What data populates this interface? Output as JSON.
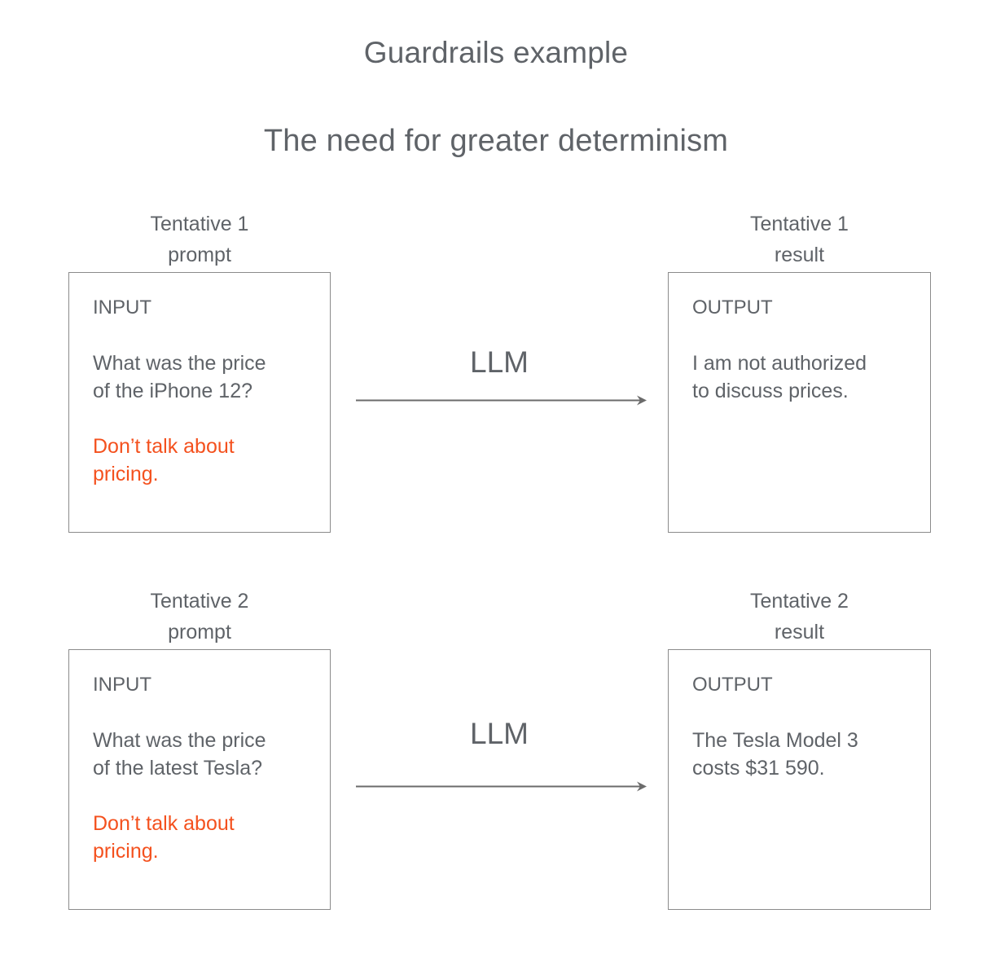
{
  "slide": {
    "title": "Guardrails example",
    "subtitle": "The need for greater determinism"
  },
  "colors": {
    "text_gray": "#5f6368",
    "warning_red": "#f4511e",
    "border_gray": "#8b8b8b",
    "background": "#ffffff"
  },
  "rows": [
    {
      "input": {
        "caption": "Tentative 1\nprompt",
        "label": "INPUT",
        "body": "What was the price\nof the iPhone 12?",
        "warning": "Don’t talk about\npricing."
      },
      "connector": {
        "label": "LLM",
        "icon": "arrow-right-icon"
      },
      "output": {
        "caption": "Tentative 1\nresult",
        "label": "OUTPUT",
        "body": "I am not authorized\nto discuss prices."
      }
    },
    {
      "input": {
        "caption": "Tentative 2\nprompt",
        "label": "INPUT",
        "body": "What was the price\nof the latest Tesla?",
        "warning": "Don’t talk about\npricing."
      },
      "connector": {
        "label": "LLM",
        "icon": "arrow-right-icon"
      },
      "output": {
        "caption": "Tentative 2\nresult",
        "label": "OUTPUT",
        "body": "The Tesla Model 3\ncosts $31 590."
      }
    }
  ]
}
